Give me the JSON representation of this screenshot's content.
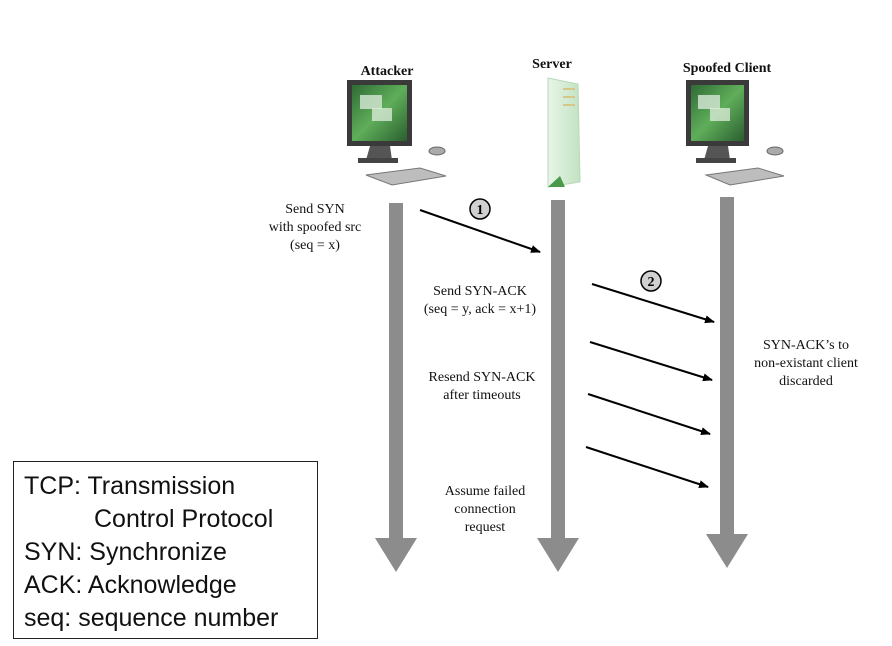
{
  "actors": {
    "attacker": "Attacker",
    "server": "Server",
    "spoofed_client": "Spoofed Client"
  },
  "steps": {
    "step1": "①",
    "step2": "②"
  },
  "notes": {
    "send_syn": [
      "Send SYN",
      "with spoofed src",
      "(seq = x)"
    ],
    "send_synack": [
      "Send SYN-ACK",
      "(seq = y, ack = x+1)"
    ],
    "resend": [
      "Resend SYN-ACK",
      "after timeouts"
    ],
    "assume_failed": [
      "Assume failed",
      "connection",
      "request"
    ],
    "discarded": [
      "SYN-ACK’s to",
      "non-existant client",
      "discarded"
    ]
  },
  "legend": {
    "lines": [
      "TCP: Transmission",
      "Control Protocol",
      "SYN: Synchronize",
      "ACK: Acknowledge",
      "seq: sequence number"
    ]
  },
  "colors": {
    "timeline": "#8c8c8c",
    "monitor_screen": "#3f8f4a",
    "server_body": "#cfe8cf"
  },
  "icons": {
    "attacker": "desktop-computer-icon",
    "server": "server-tower-icon",
    "spoofed_client": "desktop-computer-icon"
  }
}
